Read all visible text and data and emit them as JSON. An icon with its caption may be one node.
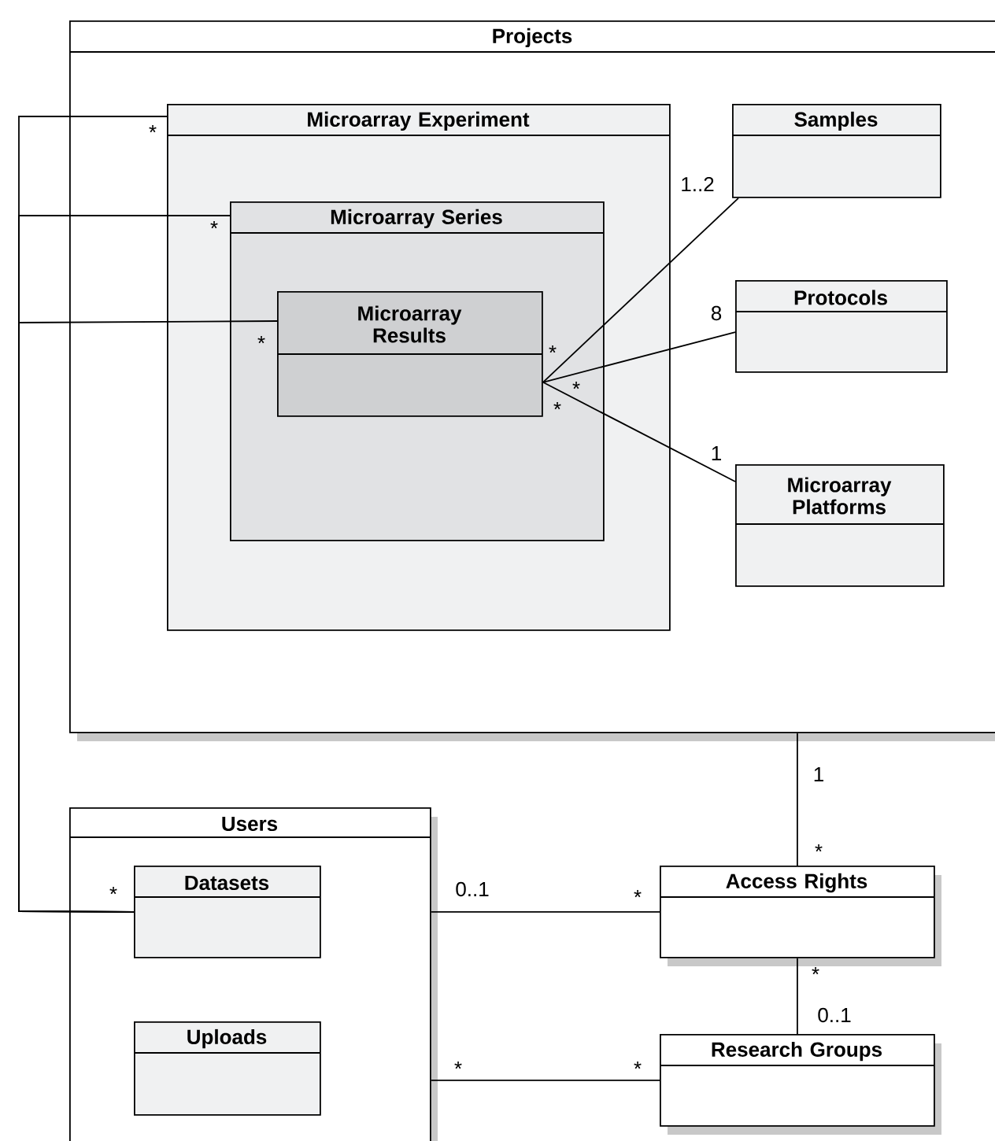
{
  "diagram": {
    "nodes": [
      {
        "text": [
          "Projects"
        ]
      },
      {
        "text": [
          "Microarray Experiment"
        ],
        "in": 0
      },
      {
        "text": [
          "Microarray Series"
        ],
        "in": 1
      },
      {
        "text": [
          "Microarray Results"
        ],
        "in": 2
      },
      {
        "text": [
          "Samples"
        ],
        "in": 0
      },
      {
        "text": [
          "Protocols"
        ],
        "in": 0
      },
      {
        "text": [
          "Microarray Platforms"
        ],
        "in": 0
      },
      {
        "text": [
          "Users"
        ]
      },
      {
        "text": [
          "Datasets"
        ],
        "in": 7
      },
      {
        "text": [
          "Uploads"
        ],
        "in": 7
      },
      {
        "text": [
          "Access Rights"
        ]
      },
      {
        "text": [
          "Research Groups"
        ]
      }
    ],
    "edges": [
      {
        "from": 8,
        "to": 1,
        "arrow": "none"
      },
      {
        "from": 8,
        "to": 2,
        "arrow": "none"
      },
      {
        "from": 8,
        "to": 3,
        "arrow": "none"
      },
      {
        "from": 3,
        "to": 4,
        "arrow": "none"
      },
      {
        "from": 3,
        "to": 5,
        "arrow": "none"
      },
      {
        "from": 3,
        "to": 6,
        "arrow": "none"
      },
      {
        "from": 0,
        "to": 10,
        "arrow": "none"
      },
      {
        "from": 7,
        "to": 10,
        "arrow": "none"
      },
      {
        "from": 10,
        "to": 11,
        "arrow": "none"
      },
      {
        "from": 7,
        "to": 11,
        "arrow": "none"
      }
    ],
    "labels": [
      "*",
      "1..2",
      "*",
      "8",
      "*",
      "*",
      "*",
      "*",
      "1",
      "1",
      "*",
      "*",
      "0..1",
      "*",
      "*",
      "0..1",
      "*",
      "*"
    ]
  }
}
